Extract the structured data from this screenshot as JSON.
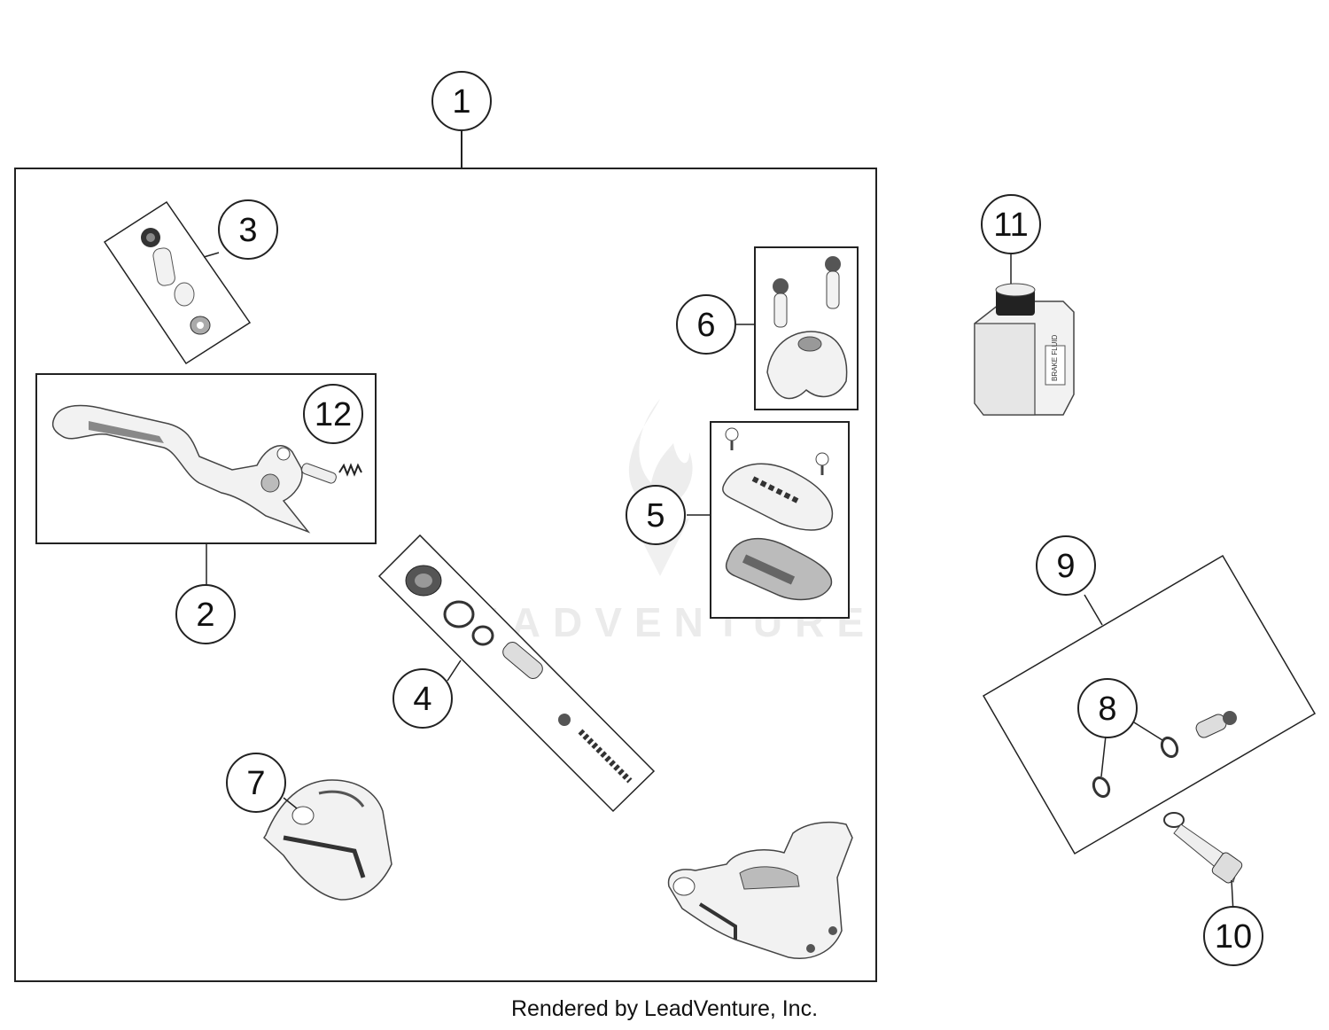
{
  "diagram": {
    "callouts": {
      "c1": "1",
      "c2": "2",
      "c3": "3",
      "c4": "4",
      "c5": "5",
      "c6": "6",
      "c7": "7",
      "c8": "8",
      "c9": "9",
      "c10": "10",
      "c11": "11",
      "c12": "12"
    },
    "watermark": "LEADVENTURE",
    "bottle_label": "BRAKE FLUID"
  },
  "footer": {
    "credit": "Rendered by LeadVenture, Inc."
  },
  "colors": {
    "line": "#222222",
    "part_fill": "#f2f2f2",
    "part_shade": "#8a8a8a",
    "dark": "#333333",
    "watermark": "#e9e9e9"
  }
}
